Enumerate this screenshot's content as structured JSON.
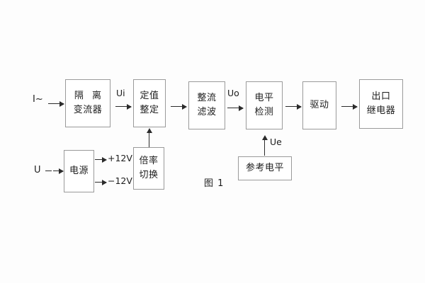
{
  "figure": {
    "caption": "图 1",
    "background_color": "#fdfdfd",
    "box_border_color": "#9a9a9a",
    "line_color": "#2b2b2b",
    "text_color": "#1d1d1d"
  },
  "inputs": [
    {
      "name": "current-input",
      "label": "I~"
    },
    {
      "name": "voltage-input",
      "label": "U"
    }
  ],
  "blocks": [
    {
      "id": "isolation-transformer",
      "lines": [
        "隔 离",
        "变流器"
      ]
    },
    {
      "id": "setting-adjustment",
      "lines": [
        "定值",
        "整定"
      ]
    },
    {
      "id": "rectify-filter",
      "lines": [
        "整流",
        "滤波"
      ]
    },
    {
      "id": "level-detection",
      "lines": [
        "电平",
        "检测"
      ]
    },
    {
      "id": "drive",
      "lines": [
        "驱动"
      ]
    },
    {
      "id": "output-relay",
      "lines": [
        "出口",
        "继电器"
      ]
    },
    {
      "id": "power-supply",
      "lines": [
        "电源"
      ]
    },
    {
      "id": "multiplier-switch",
      "lines": [
        "倍率",
        "切换"
      ]
    },
    {
      "id": "reference-level",
      "lines": [
        "参考电平"
      ]
    }
  ],
  "signals": [
    {
      "id": "ui",
      "label": "Ui"
    },
    {
      "id": "uo",
      "label": "Uo"
    },
    {
      "id": "ue",
      "label": "Ue"
    }
  ],
  "power_outputs": [
    {
      "id": "rail-positive",
      "label": "+12V"
    },
    {
      "id": "rail-negative",
      "label": "−12V"
    }
  ]
}
